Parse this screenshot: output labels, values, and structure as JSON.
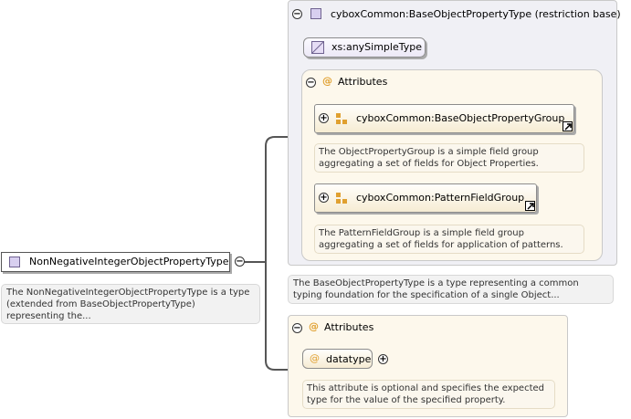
{
  "root": {
    "name": "NonNegativeIntegerObjectPropertyType",
    "description": "The NonNegativeIntegerObjectPropertyType is a type (extended from BaseObjectPropertyType) representing the..."
  },
  "base": {
    "title": "cyboxCommon:BaseObjectPropertyType (restriction base)",
    "simple_type": "xs:anySimpleType",
    "attributes_label": "Attributes",
    "groups": [
      {
        "name": "cyboxCommon:BaseObjectPropertyGroup",
        "description": "The ObjectPropertyGroup is a simple field group aggregating a set of fields for Object Properties."
      },
      {
        "name": "cyboxCommon:PatternFieldGroup",
        "description": "The PatternFieldGroup is a simple field group aggregating a set of fields for application of patterns."
      }
    ],
    "description": "The BaseObjectPropertyType is a type representing a common typing foundation for the specification of a single Object..."
  },
  "attributes": {
    "label": "Attributes",
    "items": [
      {
        "name": "datatype",
        "description": "This attribute is optional and specifies the expected type for the value of the specified property."
      }
    ]
  },
  "icons": {
    "collapse": "collapse-icon",
    "expand": "expand-icon",
    "type": "complex-type-icon",
    "simple_type": "simple-type-icon",
    "attribute": "attribute-icon",
    "group": "attribute-group-icon",
    "reference": "external-reference-icon"
  },
  "colors": {
    "attribute_accent": "#e0a030",
    "type_icon": "#d8cff0",
    "panel": "#f0f0f5",
    "attribute_panel": "#fdf8ec"
  }
}
